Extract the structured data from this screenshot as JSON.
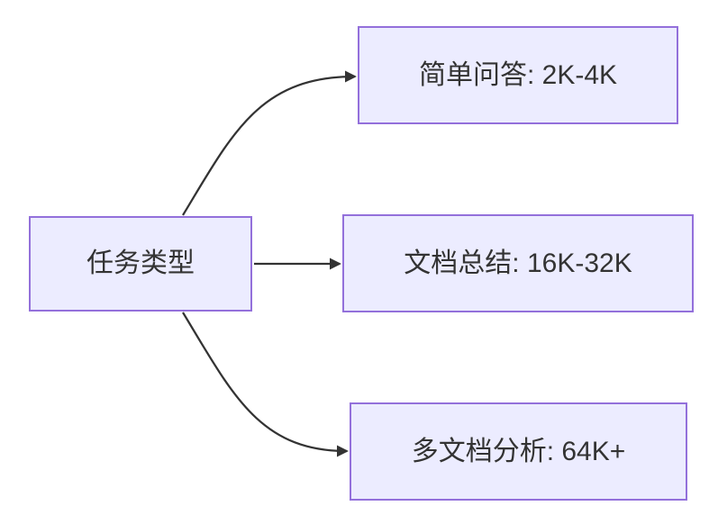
{
  "diagram": {
    "type": "flowchart",
    "direction": "left-to-right",
    "root": {
      "id": "task-type",
      "label": "任务类型"
    },
    "branches": [
      {
        "id": "simple-qa",
        "label": "简单问答: 2K-4K"
      },
      {
        "id": "doc-summary",
        "label": "文档总结: 16K-32K"
      },
      {
        "id": "multi-doc-analysis",
        "label": "多文档分析: 64K+"
      }
    ],
    "edges": [
      {
        "from": "task-type",
        "to": "simple-qa"
      },
      {
        "from": "task-type",
        "to": "doc-summary"
      },
      {
        "from": "task-type",
        "to": "multi-doc-analysis"
      }
    ],
    "colors": {
      "node_fill": "#ECECFF",
      "node_border": "#9370DB",
      "edge_stroke": "#333333",
      "text": "#333333",
      "background": "#FFFFFF"
    }
  }
}
